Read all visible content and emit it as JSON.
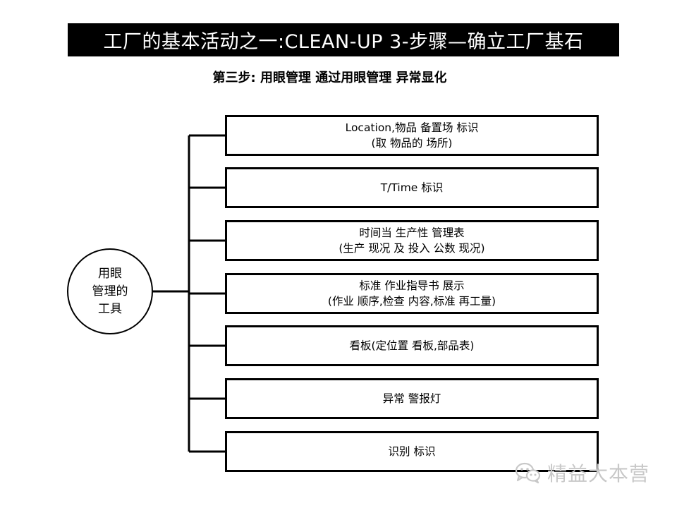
{
  "title": "工厂的基本活动之一:CLEAN-UP 3-步骤—确立工厂基石",
  "subtitle": "第三步: 用眼管理  通过用眼管理  异常显化",
  "root": {
    "lines": [
      "用眼",
      "管理的",
      "工具"
    ]
  },
  "branches": [
    {
      "lines": [
        "Location,物品 备置场 标识",
        "(取 物品的 场所)"
      ]
    },
    {
      "lines": [
        "T/Time 标识"
      ]
    },
    {
      "lines": [
        "时间当 生产性 管理表",
        "(生产 现况 及 投入 公数 现况)"
      ]
    },
    {
      "lines": [
        "标准 作业指导书 展示",
        "(作业 顺序,检查 内容,标准 再工量)"
      ]
    },
    {
      "lines": [
        "看板(定位置 看板,部品表)"
      ]
    },
    {
      "lines": [
        "异常 警报灯"
      ]
    },
    {
      "lines": [
        "识别 标识"
      ]
    }
  ],
  "watermark": {
    "icon": "wechat-icon",
    "text": "精益大本营"
  },
  "colors": {
    "title_bg": "#000000",
    "title_fg": "#ffffff",
    "line": "#000000",
    "watermark": "#c8c8c8"
  }
}
